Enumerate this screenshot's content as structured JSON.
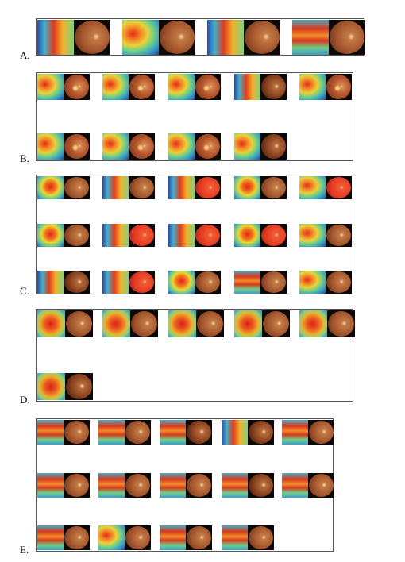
{
  "labels": {
    "a": "A.",
    "b": "B.",
    "c": "C.",
    "d": "D.",
    "e": "E."
  }
}
